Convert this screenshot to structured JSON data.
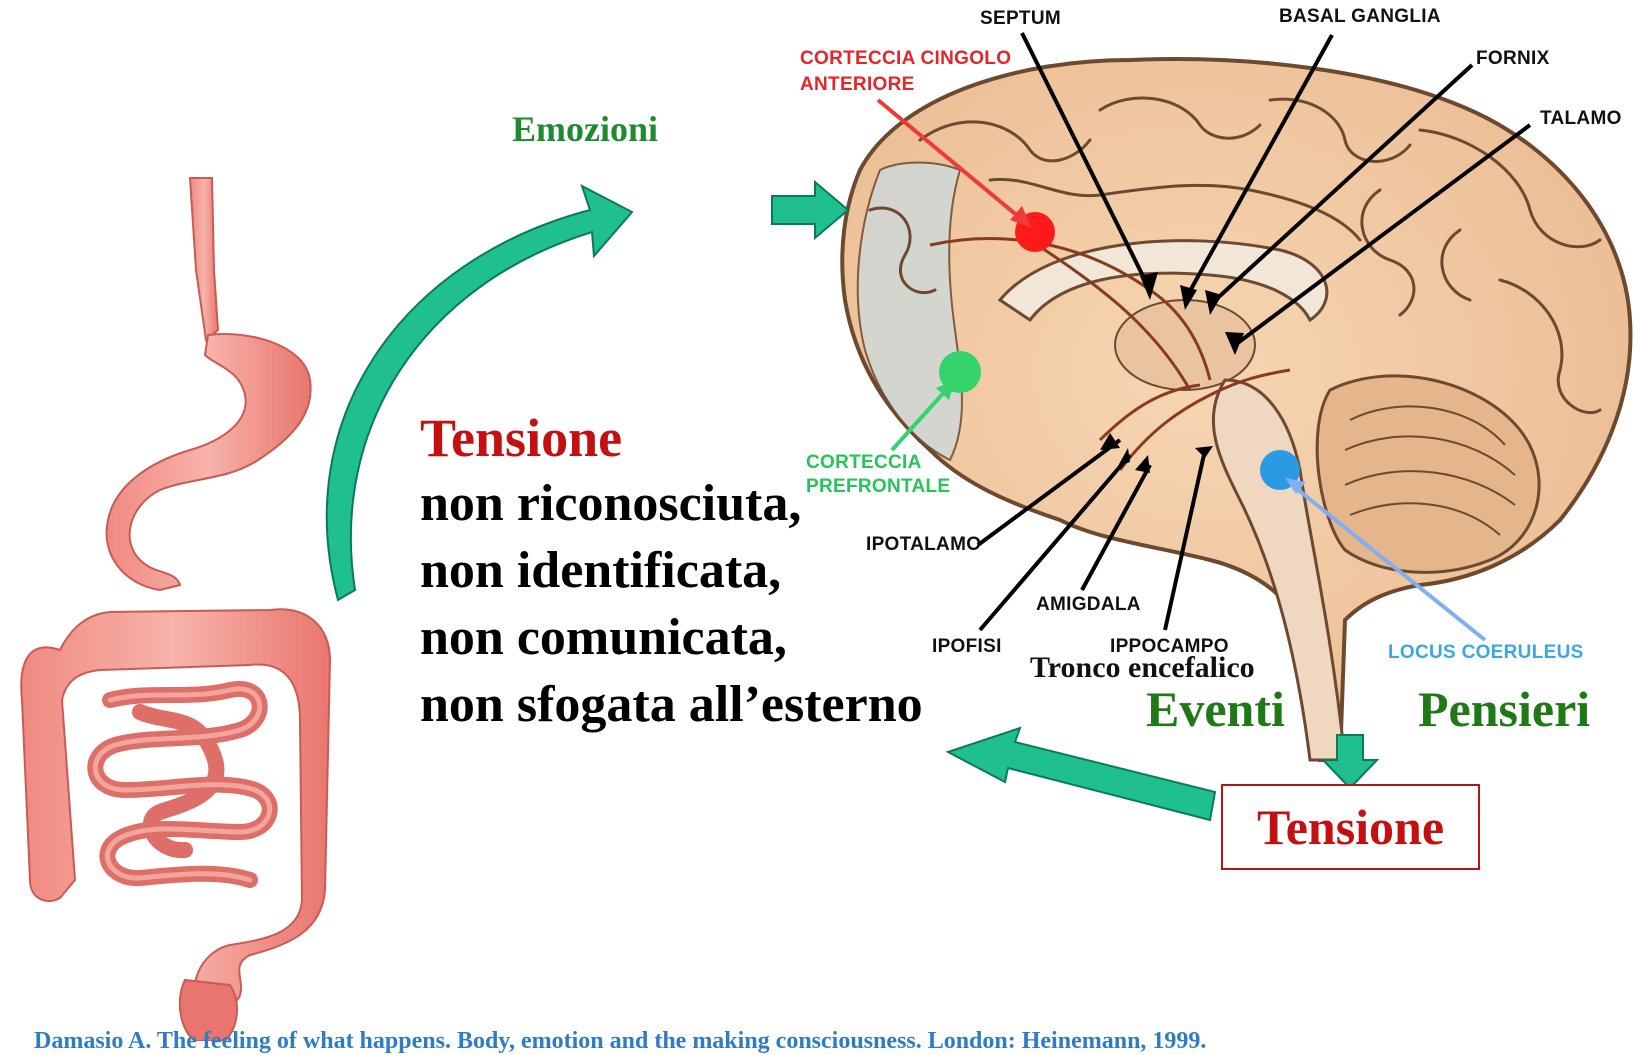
{
  "emotions_label": "Emozioni",
  "tension_title": "Tensione",
  "tension_lines": [
    "non riconosciuta,",
    "non identificata,",
    "non comunicata,",
    "non sfogata all’esterno"
  ],
  "eventi_label": "Eventi",
  "pensieri_label": "Pensieri",
  "tension_box_label": "Tensione",
  "brainstem_label": "Tronco encefalico",
  "brain_labels": {
    "septum": "SEPTUM",
    "basal_ganglia": "BASAL GANGLIA",
    "fornix": "FORNIX",
    "talamo": "TALAMO",
    "corteccia_cingolo_line1": "CORTECCIA CINGOLO",
    "corteccia_cingolo_line2": "ANTERIORE",
    "corteccia_prefrontale_line1": "CORTECCIA",
    "corteccia_prefrontale_line2": "PREFRONTALE",
    "ipotalamo": "IPOTALAMO",
    "amigdala": "AMIGDALA",
    "ipofisi": "IPOFISI",
    "ippocampo": "IPPOCAMPO",
    "locus_coeruleus": "LOCUS COERULEUS"
  },
  "citation": "Damasio A. The feeling of what happens. Body, emotion and the making consciousness. London: Heinemann, 1999.",
  "colors": {
    "arrow_teal": "#1fbf8f",
    "title_red": "#c41010",
    "label_green": "#1f7a16",
    "anterior_cingulate_dot": "#ff1a1a",
    "prefrontal_dot": "#34d36b",
    "locus_dot": "#2a9be3",
    "citation_blue": "#2f7cc6"
  }
}
